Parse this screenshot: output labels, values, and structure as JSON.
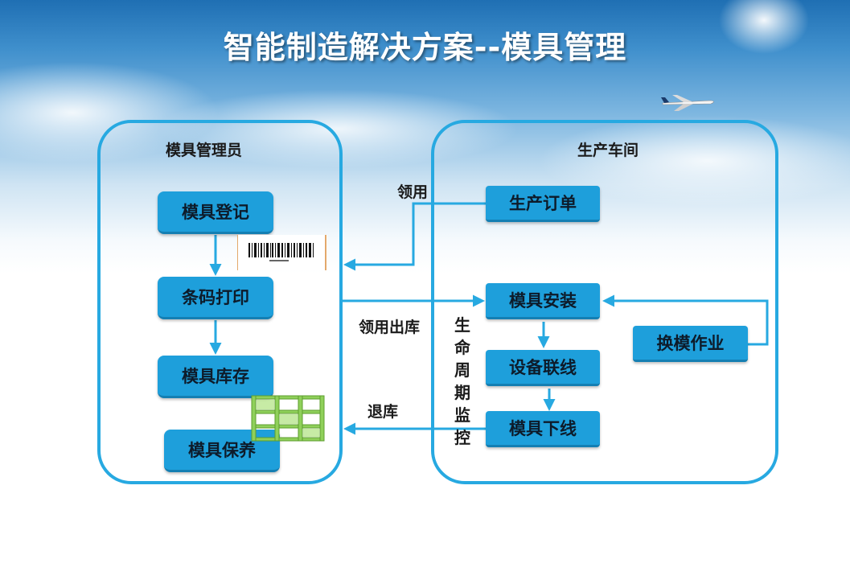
{
  "title": "智能制造解决方案--模具管理",
  "left_panel": {
    "title": "模具管理员",
    "steps": [
      "模具登记",
      "条码打印",
      "模具库存",
      "模具保养"
    ]
  },
  "right_panel": {
    "title": "生产车间",
    "order": "生产订单",
    "flow": [
      "模具安装",
      "设备联线",
      "模具下线"
    ],
    "changeover": "换模作业"
  },
  "flows": {
    "requisition": "领用",
    "requisition_out": "领用出库",
    "return": "退库",
    "lifecycle": [
      "生",
      "命",
      "周",
      "期",
      "监",
      "控"
    ]
  },
  "colors": {
    "accent": "#27a9e1",
    "box": "#1e9fdb"
  },
  "icons": [
    "barcode-icon",
    "shelf-rack-icon",
    "airplane-icon",
    "sun-icon"
  ]
}
